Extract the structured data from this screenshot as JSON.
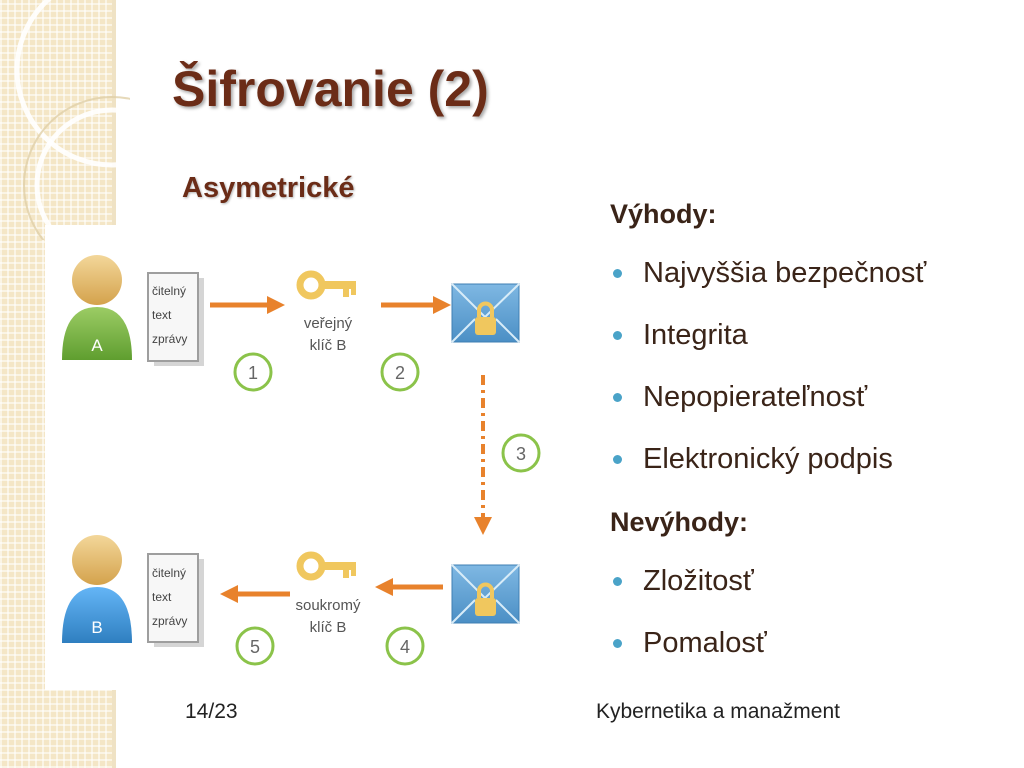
{
  "slide": {
    "title": "Šifrovanie (2)",
    "subtitle": "Asymetrické",
    "diagram": {
      "person_a": "A",
      "person_b": "B",
      "note_top": [
        "čitelný",
        "text",
        "zprávy"
      ],
      "note_bottom": [
        "čitelný",
        "text",
        "zprávy"
      ],
      "public_key": [
        "veřejný",
        "klíč B"
      ],
      "private_key": [
        "soukromý",
        "klíč B"
      ],
      "steps": [
        "1",
        "2",
        "3",
        "4",
        "5"
      ]
    },
    "advantages_heading": "Výhody:",
    "advantages": [
      "Najvyššia bezpečnosť",
      "Integrita",
      "Nepopierateľnosť",
      "Elektronický podpis"
    ],
    "disadvantages_heading": "Nevýhody:",
    "disadvantages": [
      "Zložitosť",
      "Pomalosť"
    ],
    "footer": {
      "page": "14/23",
      "course": "Kybernetika a manažment"
    },
    "colors": {
      "title": "#6b2c17",
      "bullet": "#4aa3c8",
      "arrow": "#e8822c",
      "step_circle": "#8bc34a"
    }
  }
}
